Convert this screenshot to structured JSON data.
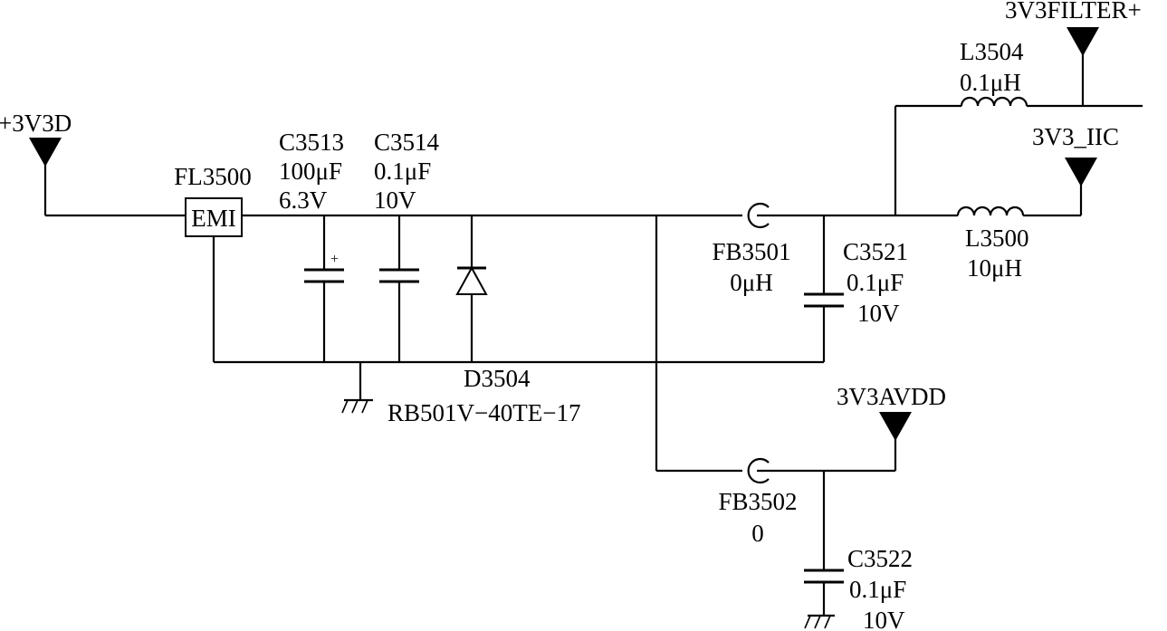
{
  "nets": {
    "in": "+3V3D",
    "filter": "3V3FILTER+",
    "iic": "3V3_IIC",
    "avdd": "3V3AVDD"
  },
  "fl3500": {
    "ref": "FL3500",
    "box_text": "EMI"
  },
  "c3513": {
    "ref": "C3513",
    "value": "100μF",
    "voltage": "6.3V",
    "polarity": "+"
  },
  "c3514": {
    "ref": "C3514",
    "value": "0.1μF",
    "voltage": "10V"
  },
  "d3504": {
    "ref": "D3504",
    "part": "RB501V−40TE−17"
  },
  "fb3501": {
    "ref": "FB3501",
    "value": "0μH"
  },
  "c3521": {
    "ref": "C3521",
    "value": "0.1μF",
    "voltage": "10V"
  },
  "l3504": {
    "ref": "L3504",
    "value": "0.1μH"
  },
  "l3500": {
    "ref": "L3500",
    "value": "10μH"
  },
  "fb3502": {
    "ref": "FB3502",
    "value": "0"
  },
  "c3522": {
    "ref": "C3522",
    "value": "0.1μF",
    "voltage": "10V"
  }
}
